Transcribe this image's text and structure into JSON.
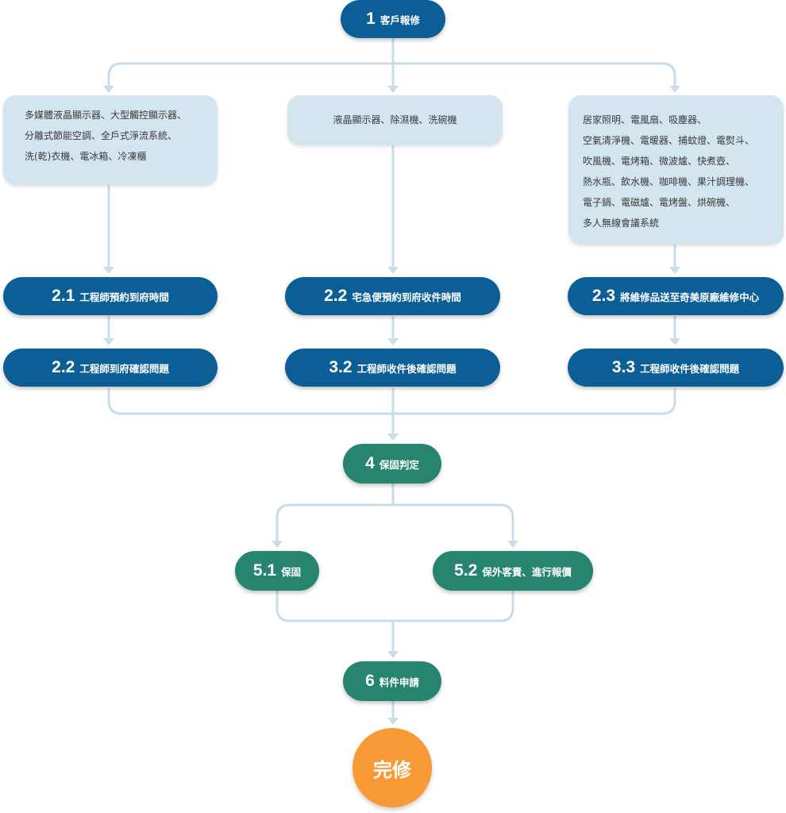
{
  "diagram": {
    "start": {
      "num": "1",
      "label": "客戶報修"
    },
    "categories": {
      "left": {
        "lines": [
          "多媒體液晶顯示器、大型觸控顯示器、",
          "分離式節能空調、全戶式淨流系統、",
          "洗(乾)衣機、電冰箱、冷凍櫃"
        ]
      },
      "middle": {
        "lines": [
          "液晶顯示器、除濕機、洗碗機"
        ]
      },
      "right": {
        "lines": [
          "居家照明、電風扇、吸塵器、",
          "空氣清淨機、電暖器、捕蚊燈、電熨斗、",
          "吹風機、電烤箱、微波爐、快煮壺、",
          "熱水瓶、飲水機、咖啡機、果汁調理機、",
          "電子鍋、電磁爐、電烤盤、烘碗機、",
          "多人無線會議系統"
        ]
      }
    },
    "row2": [
      {
        "num": "2.1",
        "label": "工程師預約到府時間"
      },
      {
        "num": "2.2",
        "label": "宅急便預約到府收件時間"
      },
      {
        "num": "2.3",
        "label": "將維修品送至奇美原廠維修中心"
      }
    ],
    "row3": [
      {
        "num": "2.2",
        "label": "工程師到府確認問題"
      },
      {
        "num": "3.2",
        "label": "工程師收件後確認問題"
      },
      {
        "num": "3.3",
        "label": "工程師收件後確認問題"
      }
    ],
    "warranty": {
      "num": "4",
      "label": "保固判定"
    },
    "branches": [
      {
        "num": "5.1",
        "label": "保固"
      },
      {
        "num": "5.2",
        "label": "保外客責、進行報價"
      }
    ],
    "parts": {
      "num": "6",
      "label": "料件申請"
    },
    "end": {
      "label": "完修"
    }
  },
  "colors": {
    "blue": "#0b5f96",
    "green": "#27856f",
    "orange": "#f79a35",
    "box": "#d3e5ef",
    "line": "#c9dde9"
  }
}
